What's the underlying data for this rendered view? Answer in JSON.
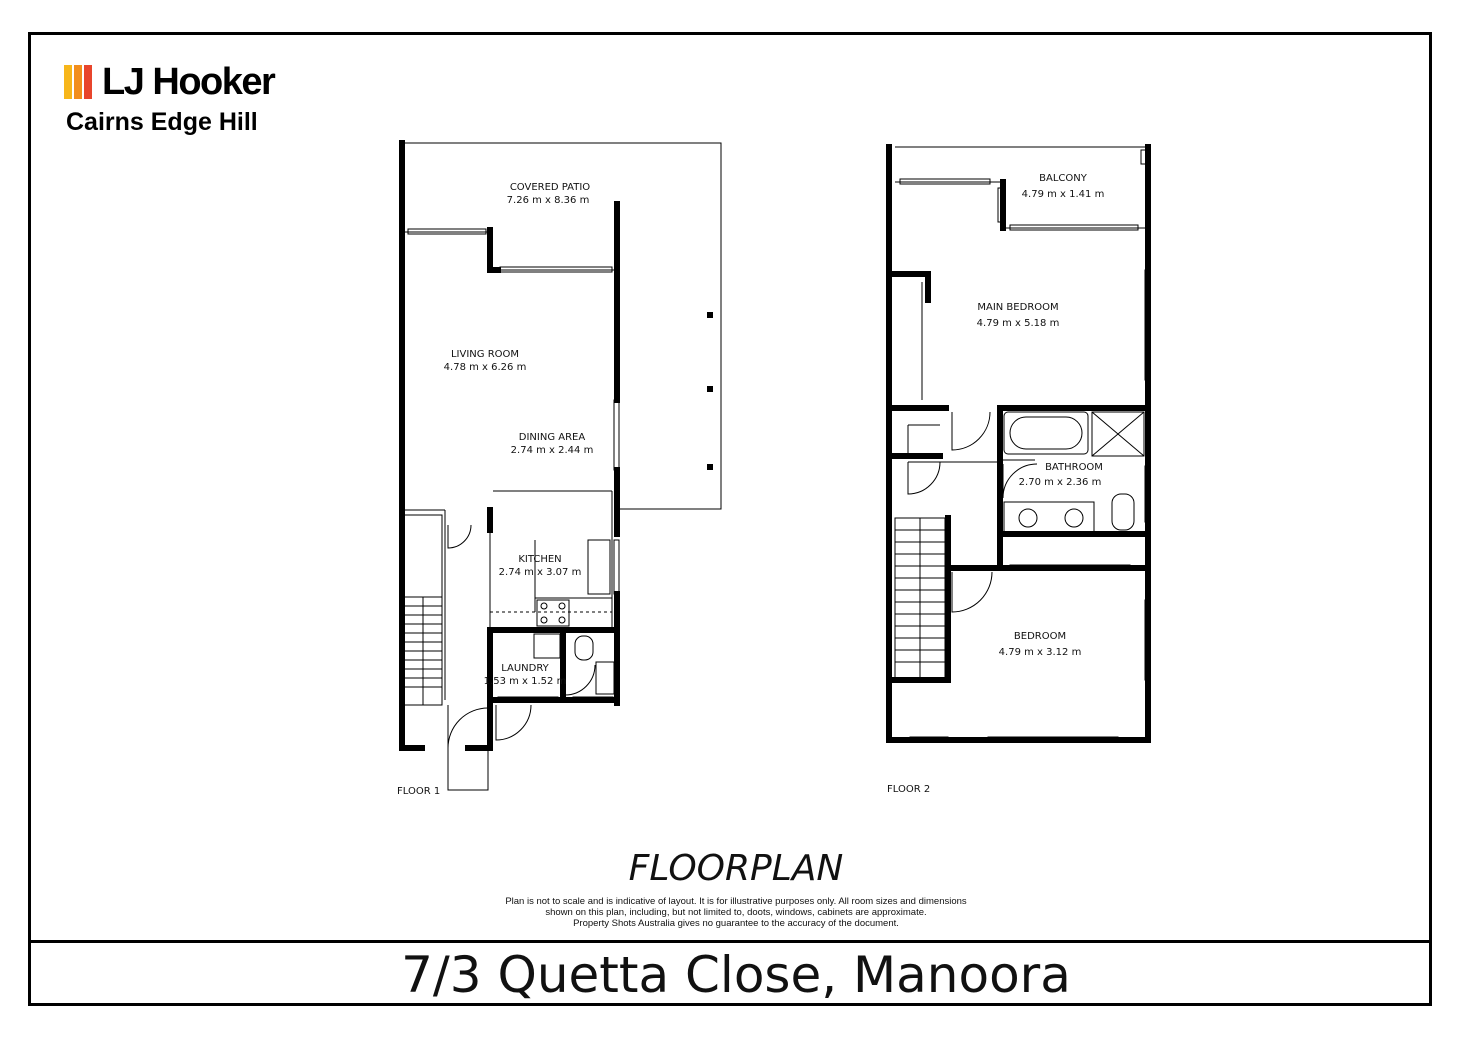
{
  "brand": {
    "name": "LJ Hooker",
    "office": "Cairns Edge Hill",
    "colors": [
      "#F7B61A",
      "#F28E1C",
      "#E8452C"
    ]
  },
  "floors": [
    {
      "label": "FLOOR 1",
      "rooms": [
        {
          "name": "COVERED PATIO",
          "size": "7.26 m x 8.36 m"
        },
        {
          "name": "LIVING ROOM",
          "size": "4.78 m x 6.26 m"
        },
        {
          "name": "DINING AREA",
          "size": "2.74 m x 2.44 m"
        },
        {
          "name": "KITCHEN",
          "size": "2.74 m x 3.07 m"
        },
        {
          "name": "LAUNDRY",
          "size": "1.53 m x 1.52 m"
        }
      ]
    },
    {
      "label": "FLOOR 2",
      "rooms": [
        {
          "name": "BALCONY",
          "size": "4.79 m x 1.41 m"
        },
        {
          "name": "MAIN BEDROOM",
          "size": "4.79 m x 5.18 m"
        },
        {
          "name": "BATHROOM",
          "size": "2.70 m x 2.36 m"
        },
        {
          "name": "BEDROOM",
          "size": "4.79 m x 3.12 m"
        }
      ]
    }
  ],
  "title": "FLOORPLAN",
  "disclaimer": [
    "Plan is not to scale and is indicative of layout. It is for illustrative purposes only. All room sizes and dimensions",
    "shown on this plan, including, but not limited to, doots, windows, cabinets are approximate.",
    "Property Shots Australia gives no guarantee to the accuracy of the document."
  ],
  "address": "7/3 Quetta Close, Manoora"
}
